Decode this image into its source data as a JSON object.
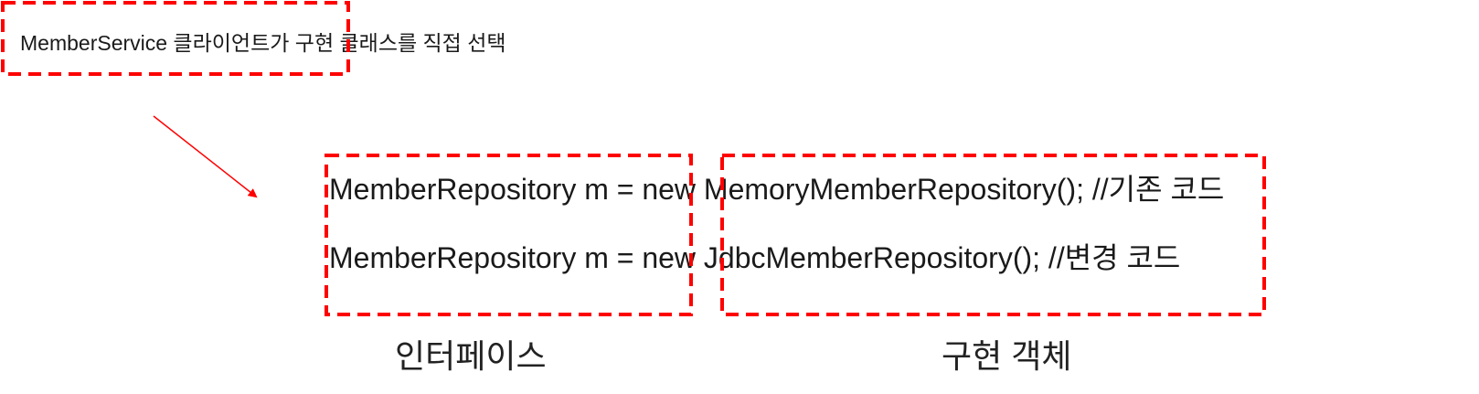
{
  "caption": "MemberService 클라이언트가 구현 클래스를 직접 선택",
  "code_lines": [
    "MemberRepository m = new MemoryMemberRepository(); //기존 코드",
    "MemberRepository m = new JdbcMemberRepository(); //변경 코드"
  ],
  "labels": {
    "interface": "인터페이스",
    "implementation": "구현 객체"
  },
  "colors": {
    "highlight": "#ff0000",
    "text": "#1a1a1a"
  }
}
